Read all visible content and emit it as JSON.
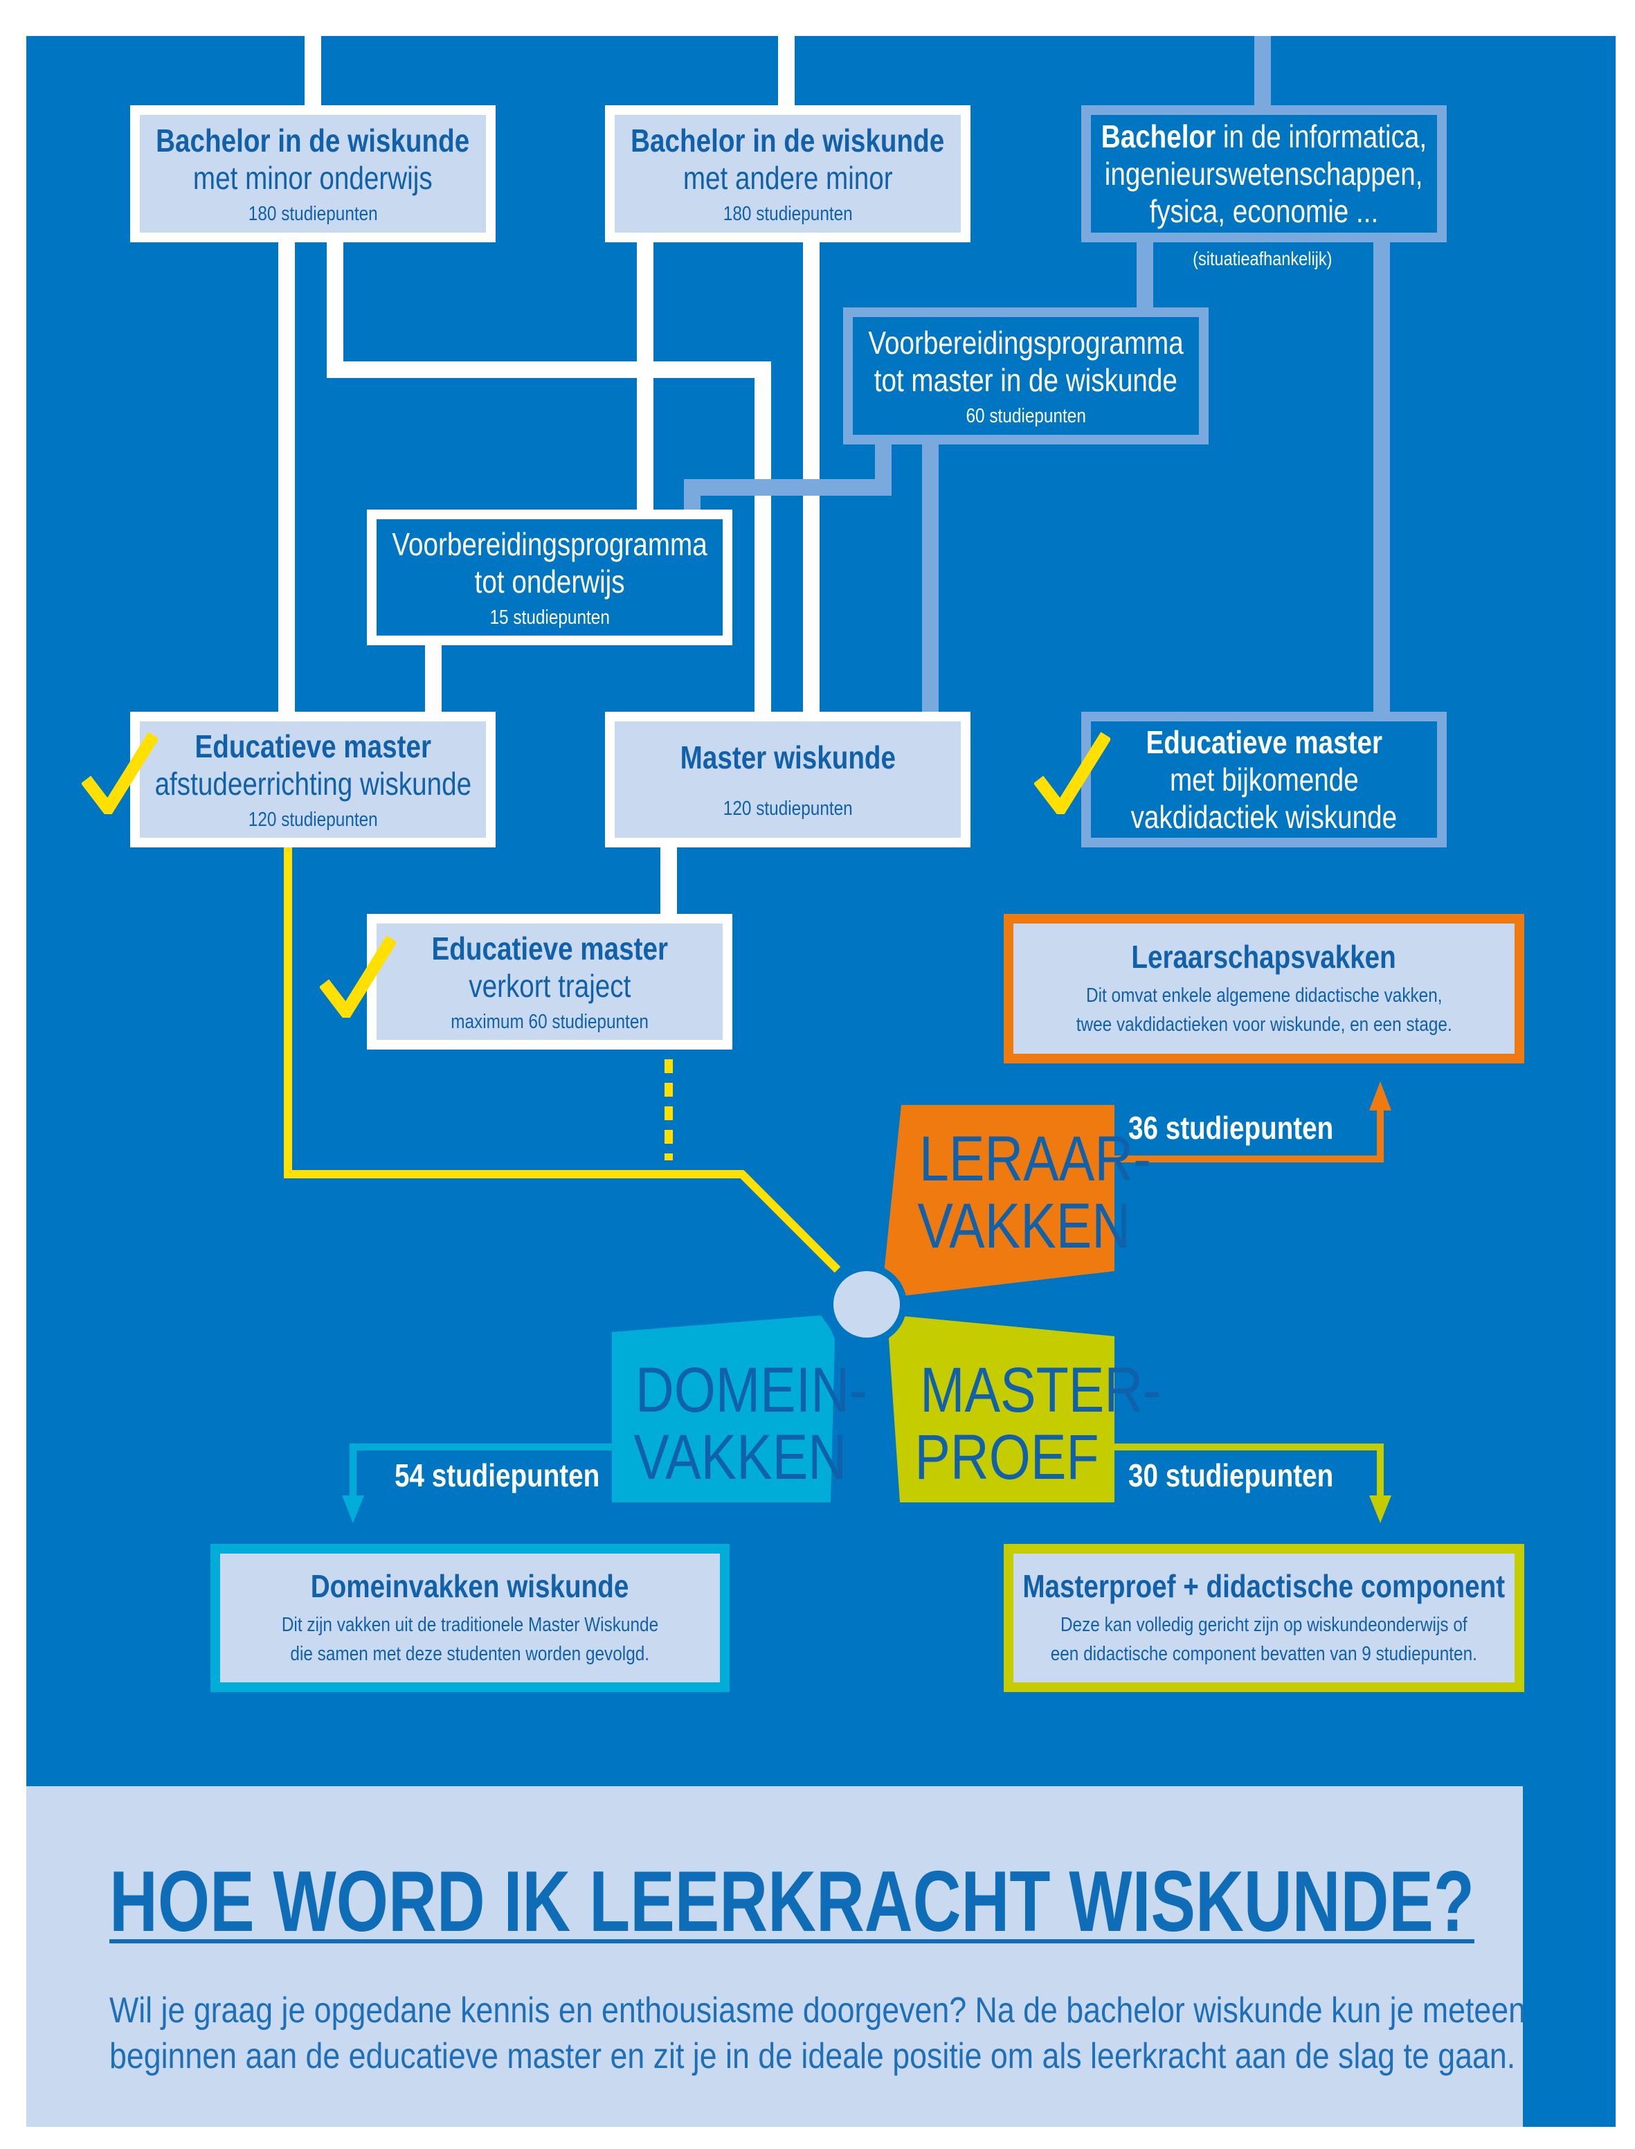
{
  "paths": {
    "b1": {
      "title": "Bachelor in de wiskunde",
      "sub": "met minor onderwijs",
      "points": "180 studiepunten"
    },
    "b2": {
      "title": "Bachelor in de wiskunde",
      "sub": "met andere minor",
      "points": "180 studiepunten"
    },
    "b3": {
      "title_bold": "Bachelor",
      "title_rest": " in de informatica,",
      "line2": "ingenieurswetenschappen,",
      "line3": "fysica, economie ...",
      "note": "(situatieafhankelijk)"
    },
    "v1": {
      "line1": "Voorbereidingsprogramma",
      "line2": "tot master in de wiskunde",
      "points": "60 studiepunten"
    },
    "v2": {
      "line1": "Voorbereidingsprogramma",
      "line2": "tot onderwijs",
      "points": "15 studiepunten"
    },
    "e1": {
      "title": "Educatieve master",
      "sub": "afstudeerrichting wiskunde",
      "points": "120 studiepunten"
    },
    "mw": {
      "title": "Master wiskunde",
      "points": "120 studiepunten"
    },
    "e3": {
      "title": "Educatieve master",
      "line2": "met bijkomende",
      "line3": "vakdidactiek wiskunde"
    },
    "ev": {
      "title": "Educatieve master",
      "sub": "verkort traject",
      "points": "maximum 60 studiepunten"
    }
  },
  "components": {
    "leraar": {
      "label1": "LERAAR-",
      "label2": "VAKKEN",
      "points": "36 studiepunten",
      "box_title": "Leraarschapsvakken",
      "box_line1": "Dit omvat enkele algemene didactische vakken,",
      "box_line2": "twee vakdidactieken voor wiskunde, en een stage.",
      "color": "#ee7a10"
    },
    "domein": {
      "label1": "DOMEIN-",
      "label2": "VAKKEN",
      "points": "54 studiepunten",
      "box_title": "Domeinvakken wiskunde",
      "box_line1": "Dit zijn vakken uit de traditionele Master Wiskunde",
      "box_line2": "die samen met deze studenten worden gevolgd.",
      "color": "#00acd8"
    },
    "masterproef": {
      "label1": "MASTER-",
      "label2": "PROEF",
      "points": "30 studiepunten",
      "box_title": "Masterproef + didactische component",
      "box_line1": "Deze kan volledig gericht zijn op wiskundeonderwijs of",
      "box_line2": "een didactische component bevatten van 9 studiepunten.",
      "color": "#c5cc00"
    }
  },
  "footer": {
    "title": "HOE WORD IK LEERKRACHT WISKUNDE?",
    "line1": "Wil je graag je opgedane kennis en enthousiasme doorgeven? Na de bachelor wiskunde kun je meteen",
    "line2": "beginnen aan de educatieve master en zit je in de ideale positie om als leerkracht aan de slag te gaan."
  },
  "colors": {
    "background": "#0075c1",
    "box": "#c9d9f0",
    "text": "#1061aa",
    "secondary_line": "#7aaadd",
    "check": "#ffe000"
  }
}
